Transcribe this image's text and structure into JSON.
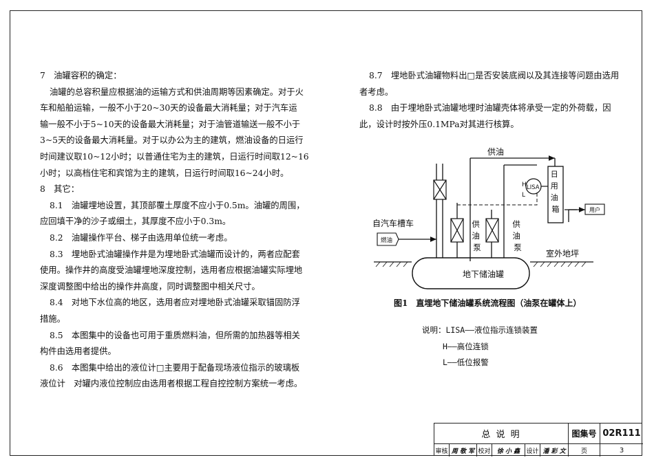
{
  "left_text": {
    "s7_heading": "7　油罐容积的确定：",
    "s7_lines": [
      "油罐的总容积量应根据油的运输方式和供油周期等因素确定。对于火",
      "车和船舶运输，一般不小于20~30天的设备最大消耗量；对于汽车运",
      "输一般不小于5~10天的设备最大消耗量；对于油管道输送一般不小于",
      "3~5天的设备最大消耗量。对于以办公为主的建筑，燃油设备的日运行",
      "时间建议取10~12小时；以普通住宅为主的建筑，日运行时间取12~16",
      "小时；以高档住宅和宾馆为主的建筑，日运行时间取16~24小时。"
    ],
    "s8_heading": "8　其它：",
    "s81_lines": [
      "8.1　油罐埋地设置，其顶部覆土厚度不应小于0.5m。油罐的周围，",
      "应回填干净的沙子或细土，其厚度不应小于0.3m。"
    ],
    "s82_lines": [
      "8.2　油罐操作平台、梯子由选用单位统一考虑。"
    ],
    "s83_lines": [
      "8.3　埋地卧式油罐操作井是为埋地卧式油罐而设计的，两者应配套",
      "使用。操作井的高度受油罐埋地深度控制，选用者应根据油罐实际埋地",
      "深度调整图中给出的操作井高度，同时调整图中相关尺寸。"
    ],
    "s84_lines": [
      "8.4　对地下水位高的地区，选用者应对埋地卧式油罐采取锚固防浮",
      "措施。"
    ],
    "s85_lines": [
      "8.5　本图集中的设备也可用于重质燃料油，但所需的加热器等相关",
      "构件由选用者提供。"
    ],
    "s86_lines": [
      "8.6　本图集中给出的液位计□主要用于配备现场液位指示的玻璃板",
      "液位计　对罐内液位控制应由选用者根据工程自控控制方案统一考虑。"
    ]
  },
  "right_text": {
    "s87_lines": [
      "8.7　埋地卧式油罐物料出□是否安装底阀以及其连接等问题由选用",
      "者考虑。"
    ],
    "s88_lines": [
      "8.8　由于埋地卧式油罐地埋时油罐壳体将承受一定的外荷载，因",
      "此，设计时按外压0.1MPa对其进行核算。"
    ]
  },
  "diagram": {
    "supply_label": "供油",
    "daily_tank_label": "日用油箱",
    "lisa_label": "LISA",
    "h_label": "H",
    "l_label": "L",
    "user_label": "用户",
    "truck_label": "自汽车槽车",
    "fuel_label": "燃油",
    "pump1_label": "供油泵",
    "pump2_label": "供油泵",
    "ground_label": "室外地坪",
    "tank_label": "地下储油罐"
  },
  "caption": "图1　直埋地下储油罐系统流程图（油泵在罐体上）",
  "legend": {
    "line1": "说明：LISA——液位指示连锁装置",
    "line2": "H——高位连锁",
    "line3": "L——低位报警"
  },
  "title_block": {
    "title": "总 说 明",
    "atlas_label": "图集号",
    "atlas_no": "02R111",
    "review_label": "审核",
    "review_sig": "周 敬 军",
    "check_label": "校对",
    "check_sig": "徐 小 鑫",
    "design_label": "设计",
    "design_sig": "潘 彩 文",
    "page_label": "页",
    "page_no": "3"
  }
}
